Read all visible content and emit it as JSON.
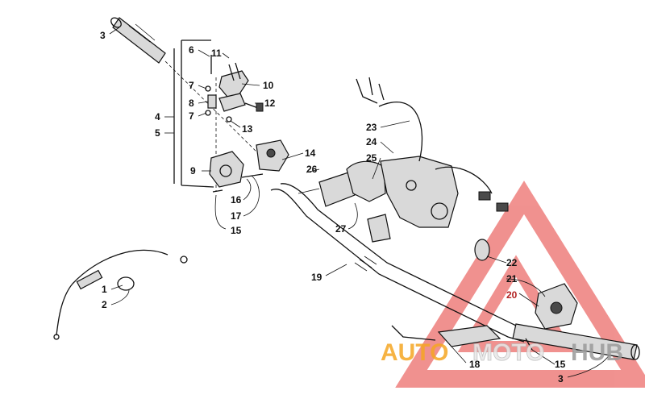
{
  "callouts": {
    "c3a": "3",
    "c6": "6",
    "c11": "11",
    "c7a": "7",
    "c10": "10",
    "c8": "8",
    "c12": "12",
    "c4": "4",
    "c7b": "7",
    "c13": "13",
    "c5": "5",
    "c23": "23",
    "c24": "24",
    "c14": "14",
    "c25": "25",
    "c9": "9",
    "c26": "26",
    "c16": "16",
    "c17": "17",
    "c27": "27",
    "c15a": "15",
    "c19": "19",
    "c22": "22",
    "c1": "1",
    "c21": "21",
    "c2": "2",
    "c20": "20",
    "c18": "18",
    "c15b": "15",
    "c3b": "3"
  },
  "watermark": {
    "word_auto": "AUTO",
    "word_moto": "MOTO",
    "word_hub": "HUB",
    "colors": {
      "auto": "#f5a623",
      "moto": "#e8e8e8",
      "hub": "#9a9a9a",
      "triangle": "#e53935"
    }
  },
  "colors": {
    "line": "#111111",
    "callout_highlight": "#b22222"
  }
}
